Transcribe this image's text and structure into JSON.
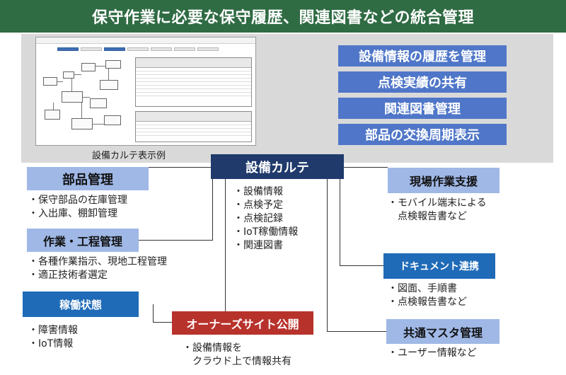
{
  "title": "保守作業に必要な保守履歴、関連図書などの統合管理",
  "screenshot_caption": "設備カルテ表示例",
  "features": [
    "設備情報の履歴を管理",
    "点検実績の共有",
    "関連図書管理",
    "部品の交換周期表示"
  ],
  "center": {
    "label": "設備カルテ",
    "items": [
      "・設備情報",
      "・点検予定",
      "・点検記録",
      "・IoT稼働情報",
      "・関連図書"
    ]
  },
  "parts": {
    "label": "部品管理",
    "items": [
      "・保守部品の在庫管理",
      "・入出庫、棚卸管理"
    ]
  },
  "work": {
    "label": "作業・工程管理",
    "items": [
      "・各種作業指示、現地工程管理",
      "・適正技術者選定"
    ]
  },
  "operation": {
    "label": "稼働状態",
    "items": [
      "・障害情報",
      "・IoT情報"
    ]
  },
  "owner": {
    "label": "オーナーズサイト公開",
    "items": [
      "・設備情報を",
      "クラウド上で情報共有"
    ]
  },
  "field": {
    "label": "現場作業支援",
    "items": [
      "・モバイル端末による",
      "点検報告書など"
    ]
  },
  "document": {
    "label": "ドキュメント連携",
    "items": [
      "・図面、手順書",
      "・点検報告書など"
    ]
  },
  "master": {
    "label": "共通マスタ管理",
    "items": [
      "・ユーザー情報など"
    ]
  },
  "colors": {
    "title_bg": "#2f6b43",
    "feature_bg": "#4f76c8",
    "center_bg": "#1f3a6b",
    "light_blue": "#9fb8e6",
    "dark_blue": "#1f6bb8",
    "red": "#b8322c",
    "panel_gray": "#d9d9d9"
  }
}
